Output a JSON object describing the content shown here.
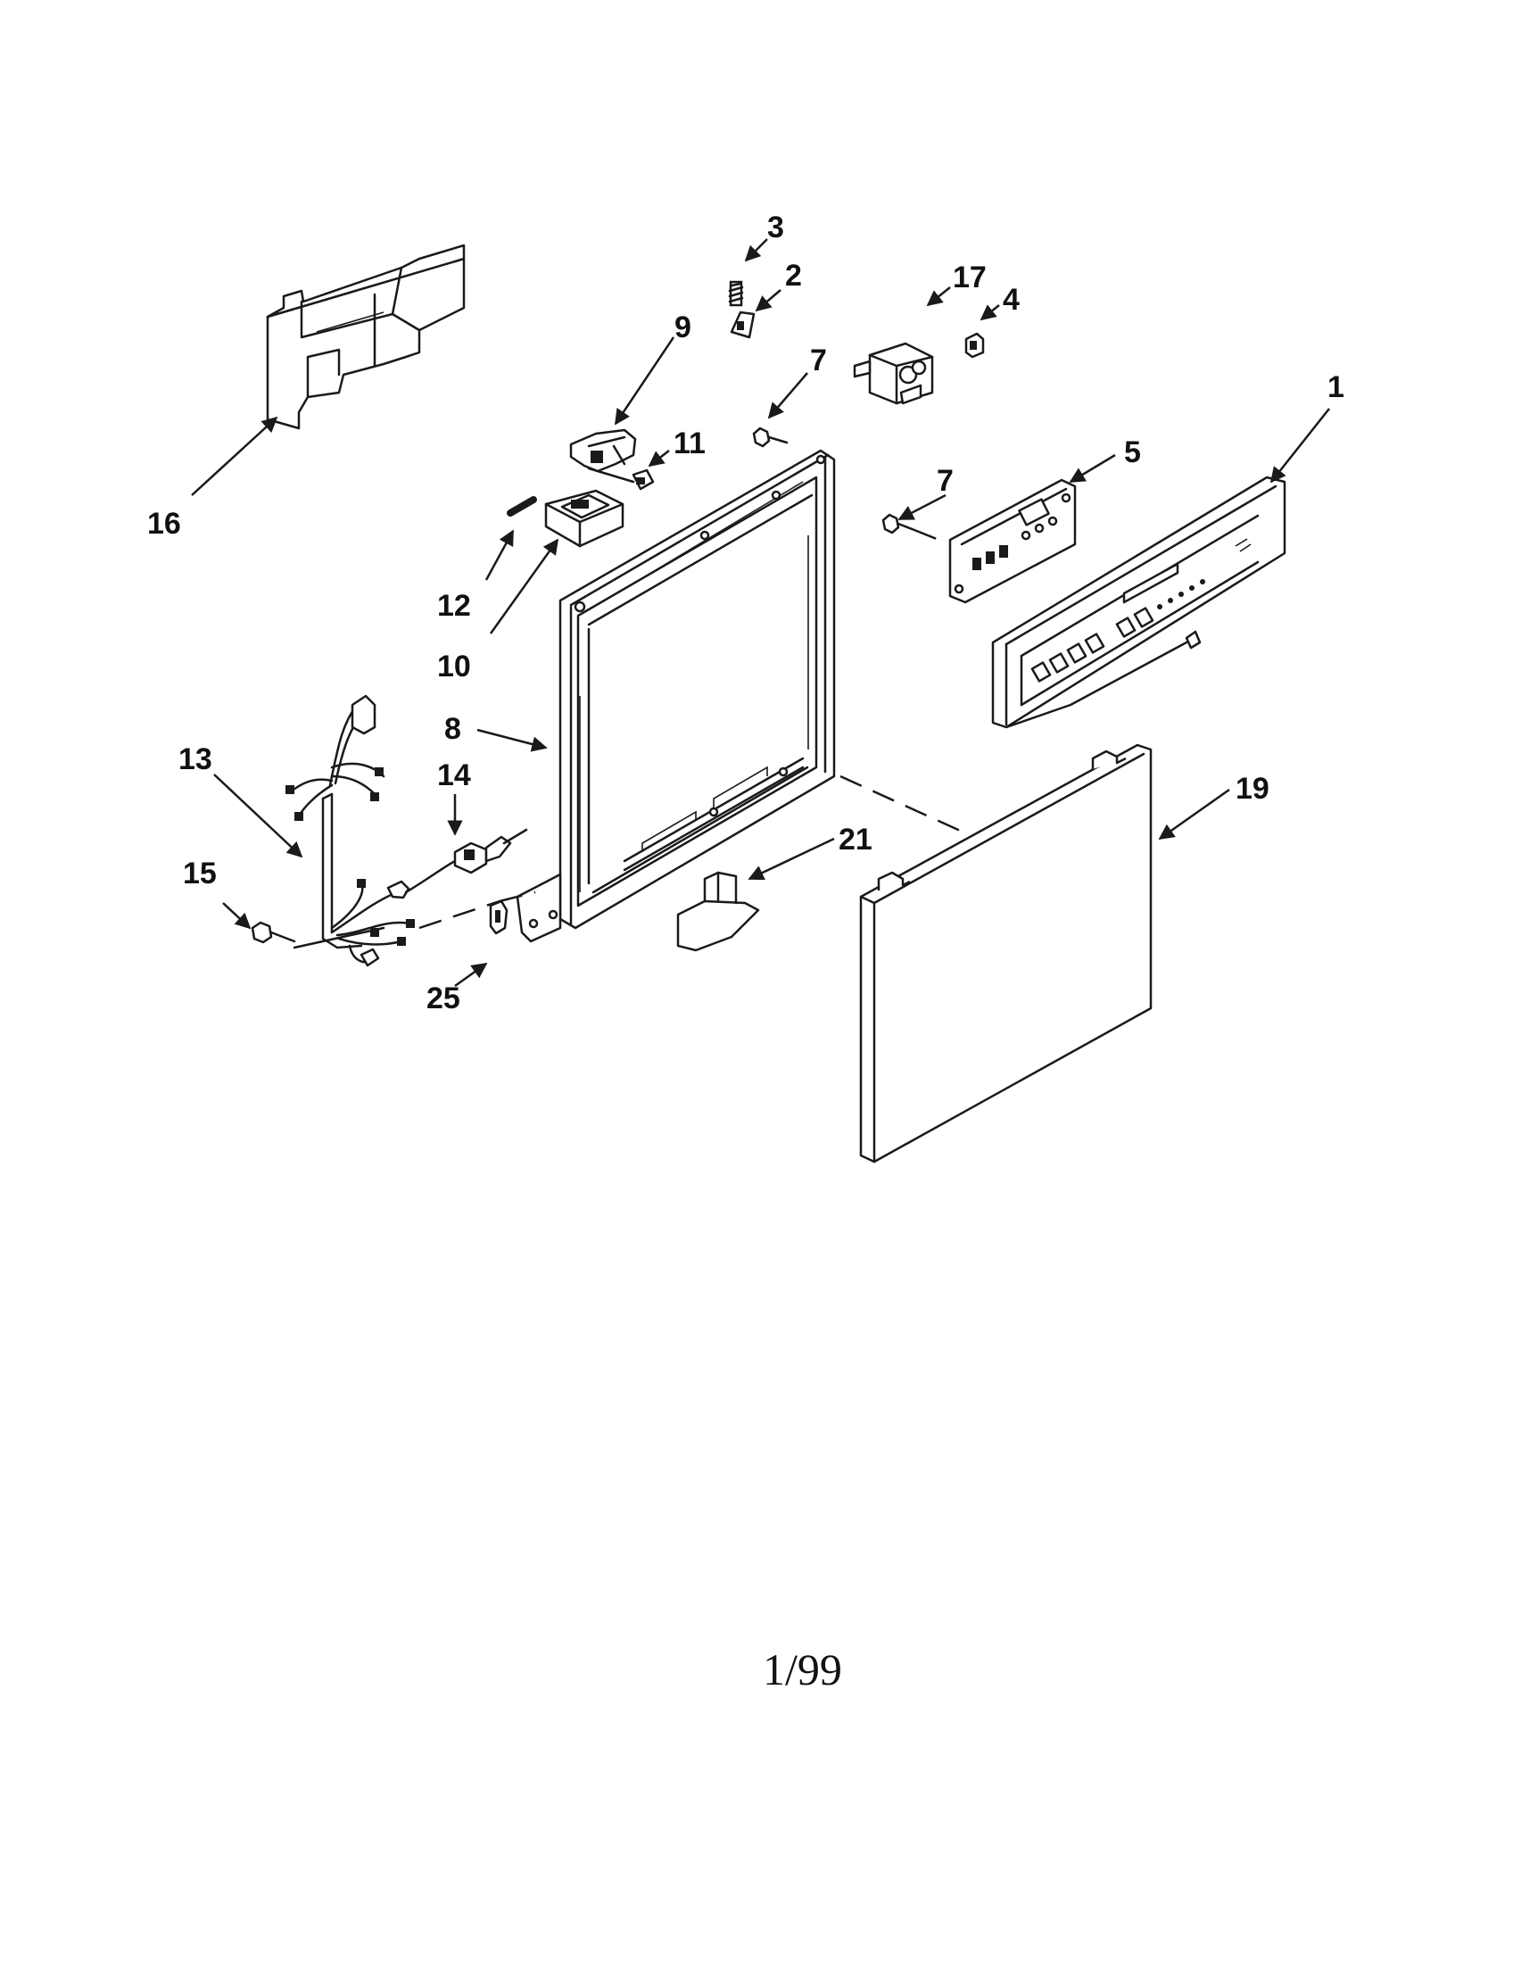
{
  "page": {
    "footer_text": "1/99",
    "colors": {
      "ink": "#1a1a1a",
      "paper": "#ffffff"
    }
  },
  "callouts": [
    {
      "id": "c1",
      "label": "1"
    },
    {
      "id": "c2",
      "label": "2"
    },
    {
      "id": "c3",
      "label": "3"
    },
    {
      "id": "c4",
      "label": "4"
    },
    {
      "id": "c5",
      "label": "5"
    },
    {
      "id": "c7a",
      "label": "7"
    },
    {
      "id": "c7b",
      "label": "7"
    },
    {
      "id": "c8",
      "label": "8"
    },
    {
      "id": "c9",
      "label": "9"
    },
    {
      "id": "c10",
      "label": "10"
    },
    {
      "id": "c11",
      "label": "11"
    },
    {
      "id": "c12",
      "label": "12"
    },
    {
      "id": "c13",
      "label": "13"
    },
    {
      "id": "c14",
      "label": "14"
    },
    {
      "id": "c15",
      "label": "15"
    },
    {
      "id": "c16",
      "label": "16"
    },
    {
      "id": "c17",
      "label": "17"
    },
    {
      "id": "c19",
      "label": "19"
    },
    {
      "id": "c21",
      "label": "21"
    },
    {
      "id": "c25",
      "label": "25"
    }
  ]
}
